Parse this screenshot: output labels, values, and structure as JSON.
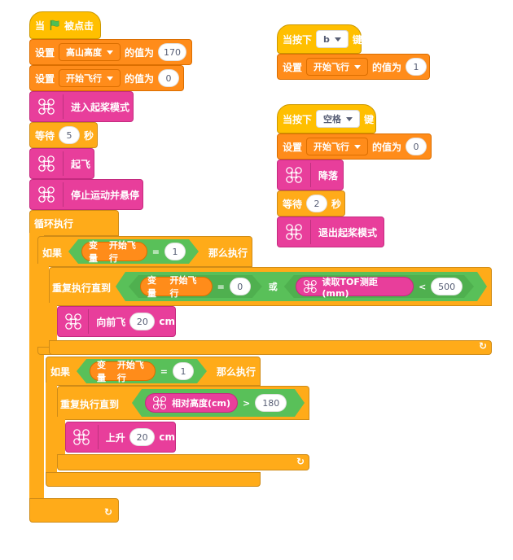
{
  "script1": {
    "hat_when": "当",
    "hat_clicked": "被点击",
    "set1": {
      "label": "设置",
      "var": "高山高度",
      "of": "的值为",
      "value": "170"
    },
    "set2": {
      "label": "设置",
      "var": "开始飞行",
      "of": "的值为",
      "value": "0"
    },
    "enter_paddle": "进入起桨模式",
    "wait": {
      "label": "等待",
      "value": "5",
      "unit": "秒"
    },
    "takeoff": "起飞",
    "stop_hover": "停止运动并悬停",
    "forever": "循环执行",
    "if1": {
      "if_label": "如果",
      "var_label": "变量",
      "var_name": "开始飞行",
      "eq": "=",
      "value": "1",
      "then": "那么执行",
      "repeat_until": "重复执行直到",
      "cond_a": {
        "var_label": "变量",
        "var_name": "开始飞行",
        "eq": "=",
        "value": "0"
      },
      "or": "或",
      "cond_b": {
        "reporter": "读取TOF测距 (mm)",
        "lt": "<",
        "value": "500"
      },
      "forward": {
        "label": "向前飞",
        "value": "20",
        "unit": "cm"
      }
    },
    "if2": {
      "if_label": "如果",
      "var_label": "变量",
      "var_name": "开始飞行",
      "eq": "=",
      "value": "1",
      "then": "那么执行",
      "repeat_until": "重复执行直到",
      "cond": {
        "reporter": "相对高度(cm)",
        "gt": ">",
        "value": "180"
      },
      "up": {
        "label": "上升",
        "value": "20",
        "unit": "cm"
      }
    }
  },
  "script2": {
    "hat": {
      "when_key": "当按下",
      "key": "b",
      "suffix": "键"
    },
    "set": {
      "label": "设置",
      "var": "开始飞行",
      "of": "的值为",
      "value": "1"
    }
  },
  "script3": {
    "hat": {
      "when_key": "当按下",
      "key": "空格",
      "suffix": "键"
    },
    "set": {
      "label": "设置",
      "var": "开始飞行",
      "of": "的值为",
      "value": "0"
    },
    "land": "降落",
    "wait": {
      "label": "等待",
      "value": "2",
      "unit": "秒"
    },
    "exit_paddle": "退出起桨模式"
  },
  "colors": {
    "events": "#ffbf00",
    "control": "#ffab19",
    "variables": "#ff8c1a",
    "drone": "#e83e9b",
    "operators": "#59c059",
    "flag": "#4cbf56"
  },
  "icons": {
    "flag": "green-flag-icon",
    "drone": "drone-icon",
    "loop_arrow": "loop-arrow-icon",
    "dropdown": "chevron-down-icon"
  }
}
